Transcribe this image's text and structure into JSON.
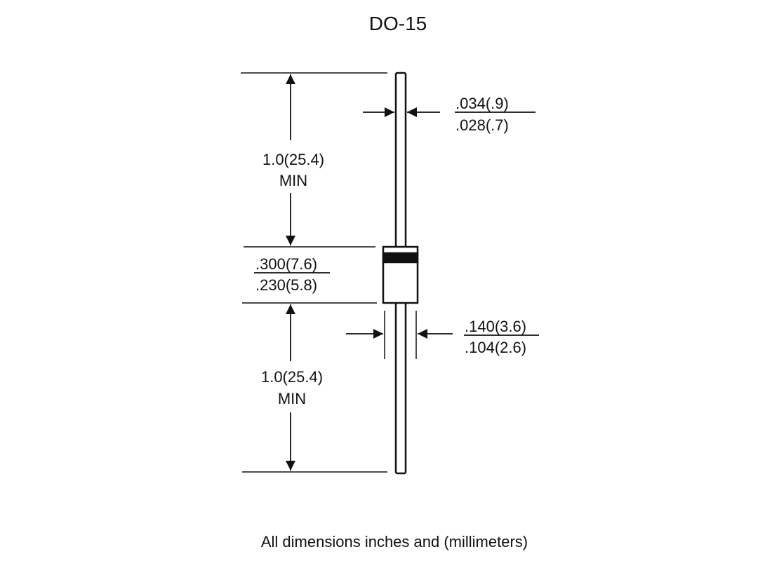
{
  "title": "DO-15",
  "footer": "All dimensions inches and (millimeters)",
  "dimensions": {
    "lead_length_top": {
      "value": "1.0(25.4)",
      "note": "MIN"
    },
    "lead_length_bottom": {
      "value": "1.0(25.4)",
      "note": "MIN"
    },
    "lead_diameter": {
      "max": ".034(.9)",
      "min": ".028(.7)"
    },
    "body_length": {
      "max": ".300(7.6)",
      "min": ".230(5.8)"
    },
    "body_diameter": {
      "max": ".140(3.6)",
      "min": ".104(2.6)"
    }
  }
}
